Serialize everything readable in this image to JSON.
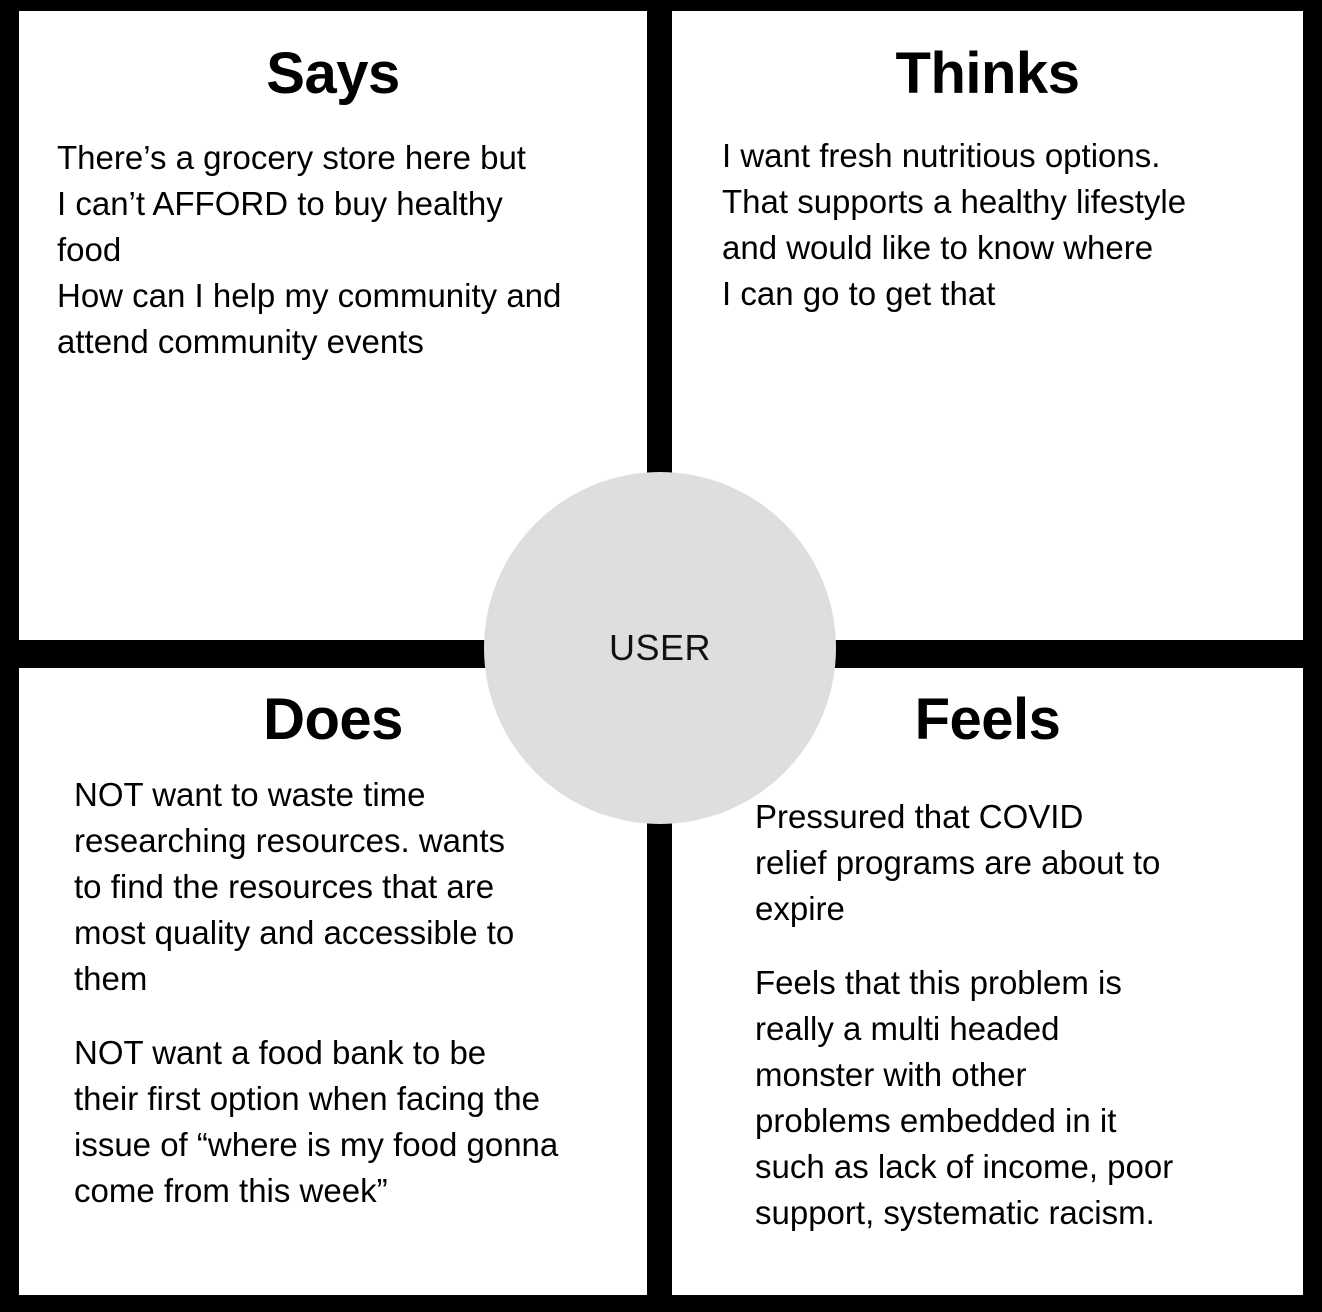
{
  "map": {
    "center_label": "USER",
    "circle_color": "#dedede",
    "frame_color": "#000000",
    "panel_color": "#ffffff",
    "quadrants": [
      {
        "key": "says",
        "title": "Says",
        "paragraphs": [
          " There’s a grocery store here but\nI can’t AFFORD to buy healthy\nfood\nHow can I help my community and\nattend community events"
        ]
      },
      {
        "key": "thinks",
        "title": "Thinks",
        "paragraphs": [
          "I want fresh nutritious options.\nThat supports a healthy lifestyle\nand would like to know where\nI can go to get that"
        ]
      },
      {
        "key": "does",
        "title": "Does",
        "paragraphs": [
          "NOT want to waste time\nresearching resources.  wants\nto find the resources that are\nmost quality and accessible to\nthem",
          "NOT want a food bank to be\ntheir first option when facing the\nissue of “where is my food gonna\ncome from this week”"
        ]
      },
      {
        "key": "feels",
        "title": "Feels",
        "paragraphs": [
          "Pressured that COVID\nrelief programs are about to\nexpire",
          "Feels that this problem is\nreally a multi headed\nmonster with other\nproblems embedded in it\nsuch as lack of income, poor\nsupport, systematic racism."
        ]
      }
    ]
  }
}
